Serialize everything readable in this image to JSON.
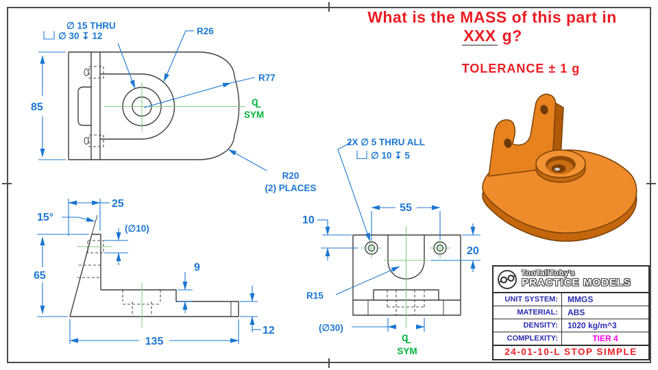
{
  "colors": {
    "dimension_blue": "#1b76d2",
    "symmetry_green": "#00b33c",
    "alert_red": "#ec1c24",
    "tier_magenta": "#ff00e8",
    "part_orange": "#ef8b2a"
  },
  "question": {
    "line1": "What is the MASS of this part in",
    "highlight": "XXX",
    "suffix": " g?",
    "tolerance": "TOLERANCE ± 1 g"
  },
  "dims": {
    "top": {
      "callout_dia": "∅ 15 THRU",
      "callout_cbore": "∅ 30 ↧ 12",
      "r26": "R26",
      "r77": "R77",
      "h85": "85",
      "r20": "R20",
      "r20_places": "(2) PLACES"
    },
    "side": {
      "w25": "25",
      "angle15": "15°",
      "dia10": "(∅10)",
      "h65": "65",
      "step9": "9",
      "len135": "135",
      "thk12": "12"
    },
    "front": {
      "callout_holes": "2X ∅ 5 THRU ALL",
      "callout_cbore": "∅ 10 ↧ 5",
      "w55": "55",
      "off10": "10",
      "d20": "20",
      "r15": "R15",
      "dia30": "(∅30)"
    },
    "cl": {
      "c": "C",
      "l": "L",
      "sym": "SYM"
    }
  },
  "title_block": {
    "brand_top": "TooTallToby's",
    "brand_bottom": "PRACTICE MODELS",
    "rows": [
      {
        "label": "UNIT SYSTEM:",
        "value": "MMGS"
      },
      {
        "label": "MATERIAL:",
        "value": "ABS"
      },
      {
        "label": "DENSITY:",
        "value": "1020 kg/m^3"
      },
      {
        "label": "COMPLEXITY:",
        "value": "TIER 4"
      }
    ],
    "part_id": "24-01-10-L STOP SIMPLE"
  }
}
